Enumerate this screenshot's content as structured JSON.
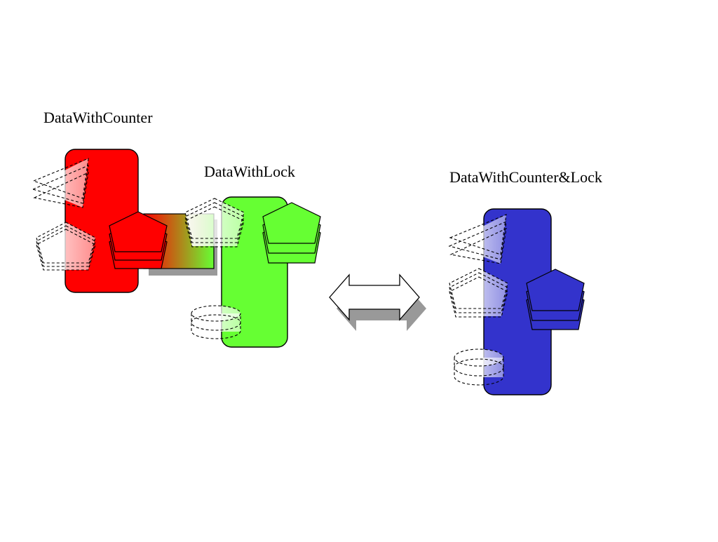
{
  "labels": {
    "counter": "DataWithCounter",
    "lock": "DataWithLock",
    "combined": "DataWithCounter&Lock"
  },
  "colors": {
    "counter": "#ff0000",
    "lock": "#66ff33",
    "combined": "#3333cc",
    "shadow": "#999999",
    "outline": "#000000"
  },
  "icons": {
    "bidirectional_arrow": "double-headed-arrow-icon",
    "ghost_prism": "dashed-triangular-prism-icon",
    "ghost_pentagon": "dashed-pentagon-stack-icon",
    "ghost_cylinder": "dashed-cylinder-icon",
    "solid_pentagon": "solid-pentagon-stack-icon"
  }
}
